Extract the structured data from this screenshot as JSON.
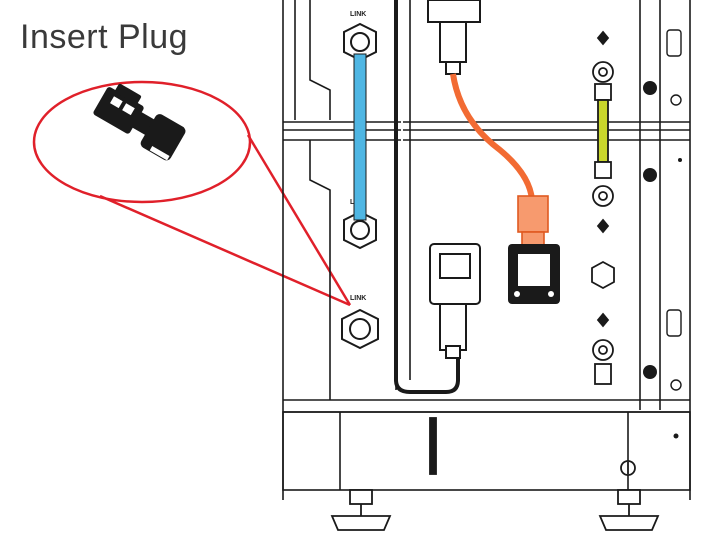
{
  "title": "Insert Plug",
  "ports": {
    "link_top": "LINK",
    "link_mid": "LINK",
    "link_bottom": "LINK"
  },
  "colors": {
    "callout": "#e0202a",
    "link_cable": "#4fb6e3",
    "power_cable": "#f26b33",
    "ground_strap": "#c9d62b",
    "outline": "#1a1a1a"
  }
}
